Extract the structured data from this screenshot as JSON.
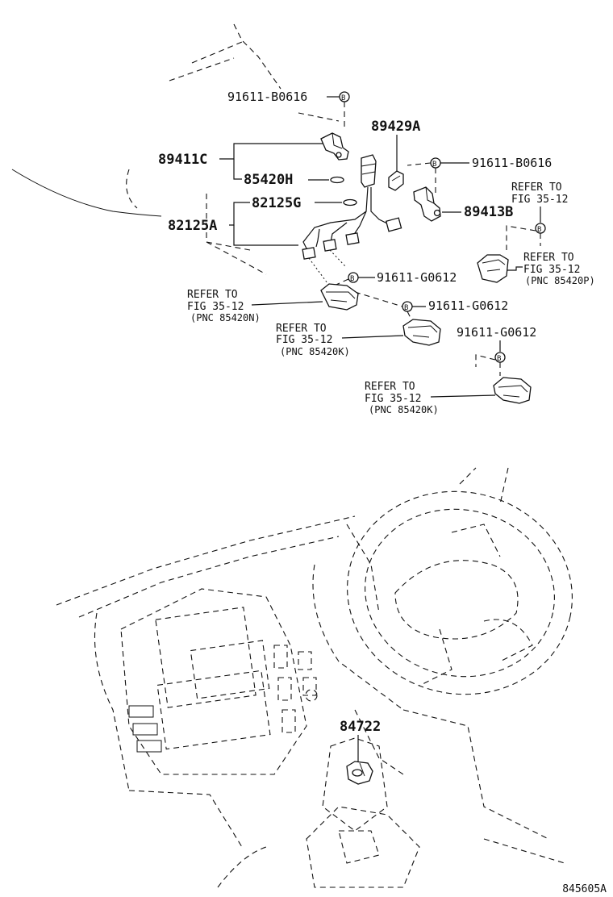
{
  "labels": {
    "bolt_top": "91611-B0616",
    "bolt_right": "91611-B0616",
    "part_89429A": "89429A",
    "part_89411C": "89411C",
    "part_85420H": "85420H",
    "part_82125G": "82125G",
    "part_82125A": "82125A",
    "part_89413B": "89413B",
    "bolt_mid1": "91611-G0612",
    "bolt_mid2": "91611-G0612",
    "bolt_low": "91611-G0612",
    "part_84722": "84722",
    "diagram_id": "845605A"
  },
  "refs": {
    "ref_right_top": {
      "l1": "REFER TO",
      "l2": "FIG 35-12"
    },
    "ref_right_p": {
      "l1": "REFER TO",
      "l2": "FIG 35-12",
      "l3": "(PNC 85420P)"
    },
    "ref_left_n": {
      "l1": "REFER TO",
      "l2": "FIG 35-12",
      "l3": "(PNC 85420N)"
    },
    "ref_mid_k": {
      "l1": "REFER TO",
      "l2": "FIG 35-12",
      "l3": "(PNC 85420K)"
    },
    "ref_low_k": {
      "l1": "REFER TO",
      "l2": "FIG 35-12",
      "l3": "(PNC 85420K)"
    }
  }
}
